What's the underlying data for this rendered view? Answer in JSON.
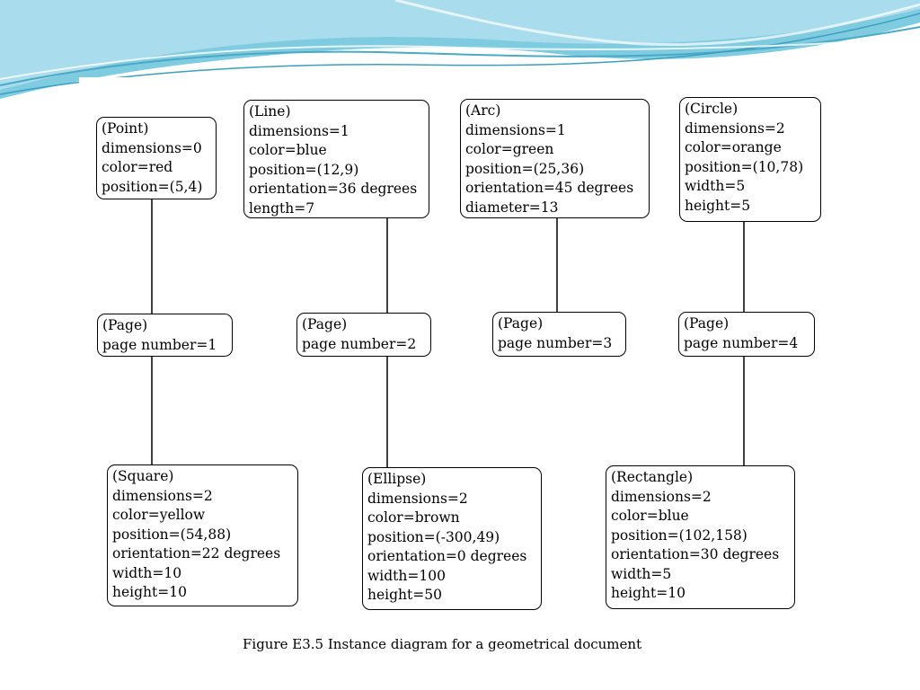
{
  "diagram": {
    "caption": "Figure E3.5 Instance diagram for a geometrical document",
    "top_row": [
      {
        "title": "(Point)",
        "lines": [
          "dimensions=0",
          "color=red",
          "position=(5,4)"
        ]
      },
      {
        "title": "(Line)",
        "lines": [
          "dimensions=1",
          "color=blue",
          "position=(12,9)",
          "orientation=36 degrees",
          "length=7"
        ]
      },
      {
        "title": "(Arc)",
        "lines": [
          "dimensions=1",
          "color=green",
          "position=(25,36)",
          "orientation=45 degrees",
          "diameter=13"
        ]
      },
      {
        "title": "(Circle)",
        "lines": [
          "dimensions=2",
          "color=orange",
          "position=(10,78)",
          "width=5",
          "height=5"
        ]
      }
    ],
    "pages": [
      {
        "title": "(Page)",
        "lines": [
          "page number=1"
        ]
      },
      {
        "title": "(Page)",
        "lines": [
          "page number=2"
        ]
      },
      {
        "title": "(Page)",
        "lines": [
          "page number=3"
        ]
      },
      {
        "title": "(Page)",
        "lines": [
          "page number=4"
        ]
      }
    ],
    "bottom_row": [
      {
        "title": "(Square)",
        "lines": [
          "dimensions=2",
          "color=yellow",
          "position=(54,88)",
          "orientation=22 degrees",
          "width=10",
          "height=10"
        ]
      },
      {
        "title": "(Ellipse)",
        "lines": [
          "dimensions=2",
          "color=brown",
          "position=(-300,49)",
          "orientation=0 degrees",
          "width=100",
          "height=50"
        ]
      },
      {
        "title": "(Rectangle)",
        "lines": [
          "dimensions=2",
          "color=blue",
          "position=(102,158)",
          "orientation=30 degrees",
          "width=5",
          "height=10"
        ]
      }
    ],
    "line_color": "#000000"
  },
  "theme": {
    "wave_colors": [
      "#5bbcd6",
      "#8fd3e6",
      "#c8eaf4"
    ]
  }
}
